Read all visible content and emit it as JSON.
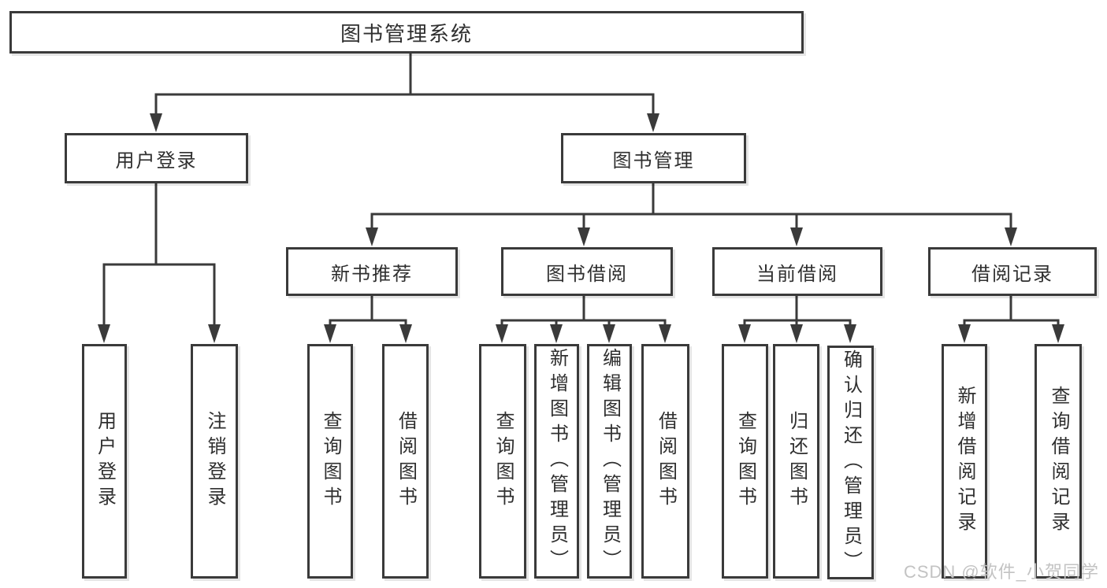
{
  "diagram": {
    "title": "图书管理系统",
    "branches": [
      {
        "label": "用户登录",
        "children": [
          "用户登录",
          "注销登录"
        ]
      },
      {
        "label": "图书管理",
        "children": [
          {
            "label": "新书推荐",
            "children": [
              "查询图书",
              "借阅图书"
            ]
          },
          {
            "label": "图书借阅",
            "children": [
              "查询图书",
              "新增图书（管理员）",
              "编辑图书（管理员）",
              "借阅图书"
            ]
          },
          {
            "label": "当前借阅",
            "children": [
              "查询图书",
              "归还图书",
              "确认归还（管理员）"
            ]
          },
          {
            "label": "借阅记录",
            "children": [
              "新增借阅记录",
              "查询借阅记录"
            ]
          }
        ]
      }
    ]
  },
  "watermark": {
    "text": "CSDN @软件_小贺同学"
  },
  "colors": {
    "line": "#3a3a3a",
    "box_border": "#3a3a3a",
    "text": "#2f2f2f",
    "watermark": "#c3c3c3",
    "background": "#ffffff"
  }
}
